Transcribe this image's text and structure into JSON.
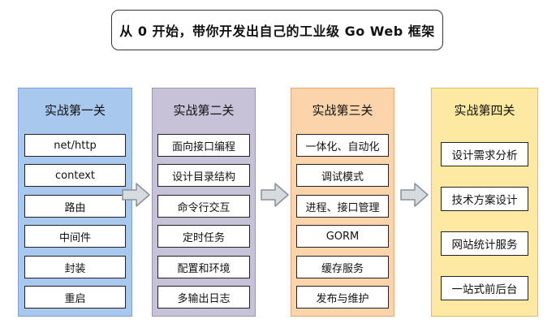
{
  "title": "从 0 开始，带你开发出自己的工业级 Go Web 框架",
  "stages": [
    {
      "heading": "实战第一关",
      "items": [
        "net/http",
        "context",
        "路由",
        "中间件",
        "封装",
        "重启"
      ]
    },
    {
      "heading": "实战第二关",
      "items": [
        "面向接口编程",
        "设计目录结构",
        "命令行交互",
        "定时任务",
        "配置和环境",
        "多输出日志"
      ]
    },
    {
      "heading": "实战第三关",
      "items": [
        "一体化、自动化",
        "调试模式",
        "进程、接口管理",
        "GORM",
        "缓存服务",
        "发布与维护"
      ]
    },
    {
      "heading": "实战第四关",
      "items": [
        "设计需求分析",
        "技术方案设计",
        "网站统计服务",
        "一站式前后台"
      ]
    }
  ]
}
